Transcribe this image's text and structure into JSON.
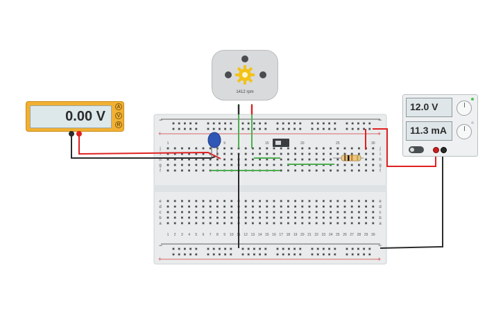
{
  "multimeter": {
    "reading": "0.00 V",
    "modes": [
      "A",
      "V",
      "R"
    ],
    "colors": {
      "body": "#f2b032",
      "screen": "#dde8ea"
    }
  },
  "power_supply": {
    "voltage": "12.0 V",
    "current": "11.3 mA",
    "colors": {
      "body": "#eef0f1",
      "display": "#dfe6e9"
    }
  },
  "motor": {
    "speed_label": "1412 rpm",
    "icon": "gear-icon"
  },
  "breadboard": {
    "rail_minus": "−",
    "rail_plus": "+",
    "rows_top": [
      "j",
      "i",
      "h",
      "g",
      "f"
    ],
    "rows_bottom": [
      "e",
      "d",
      "c",
      "b",
      "a"
    ],
    "column_numbers": [
      1,
      2,
      3,
      4,
      5,
      6,
      7,
      8,
      9,
      10,
      11,
      12,
      13,
      14,
      15,
      16,
      17,
      18,
      19,
      20,
      21,
      22,
      23,
      24,
      25,
      26,
      27,
      28,
      29,
      30
    ],
    "top_labeled_columns": [
      "1",
      "",
      "",
      "",
      "",
      "",
      "",
      "",
      "9",
      "",
      "",
      "",
      "",
      "",
      "15",
      "",
      "",
      "",
      "",
      "20",
      "",
      "",
      "",
      "",
      "25",
      "",
      "",
      "",
      "",
      "30"
    ],
    "colors": {
      "board": "#e9ebec",
      "rail_red": "#d33b3b",
      "rail_black": "#333333",
      "hole": "#4c4f52"
    }
  },
  "components": {
    "capacitor": {
      "icon": "ceramic-capacitor-icon",
      "color": "#2f57b5"
    },
    "switch": {
      "icon": "slide-switch-icon"
    },
    "resistor": {
      "icon": "resistor-icon",
      "bands": [
        "#8b5a2b",
        "#111111",
        "#d4861f",
        "#c9a74a"
      ]
    }
  },
  "wire_colors": {
    "red": "#e02020",
    "black": "#2b2b2b",
    "green": "#4caf50"
  }
}
